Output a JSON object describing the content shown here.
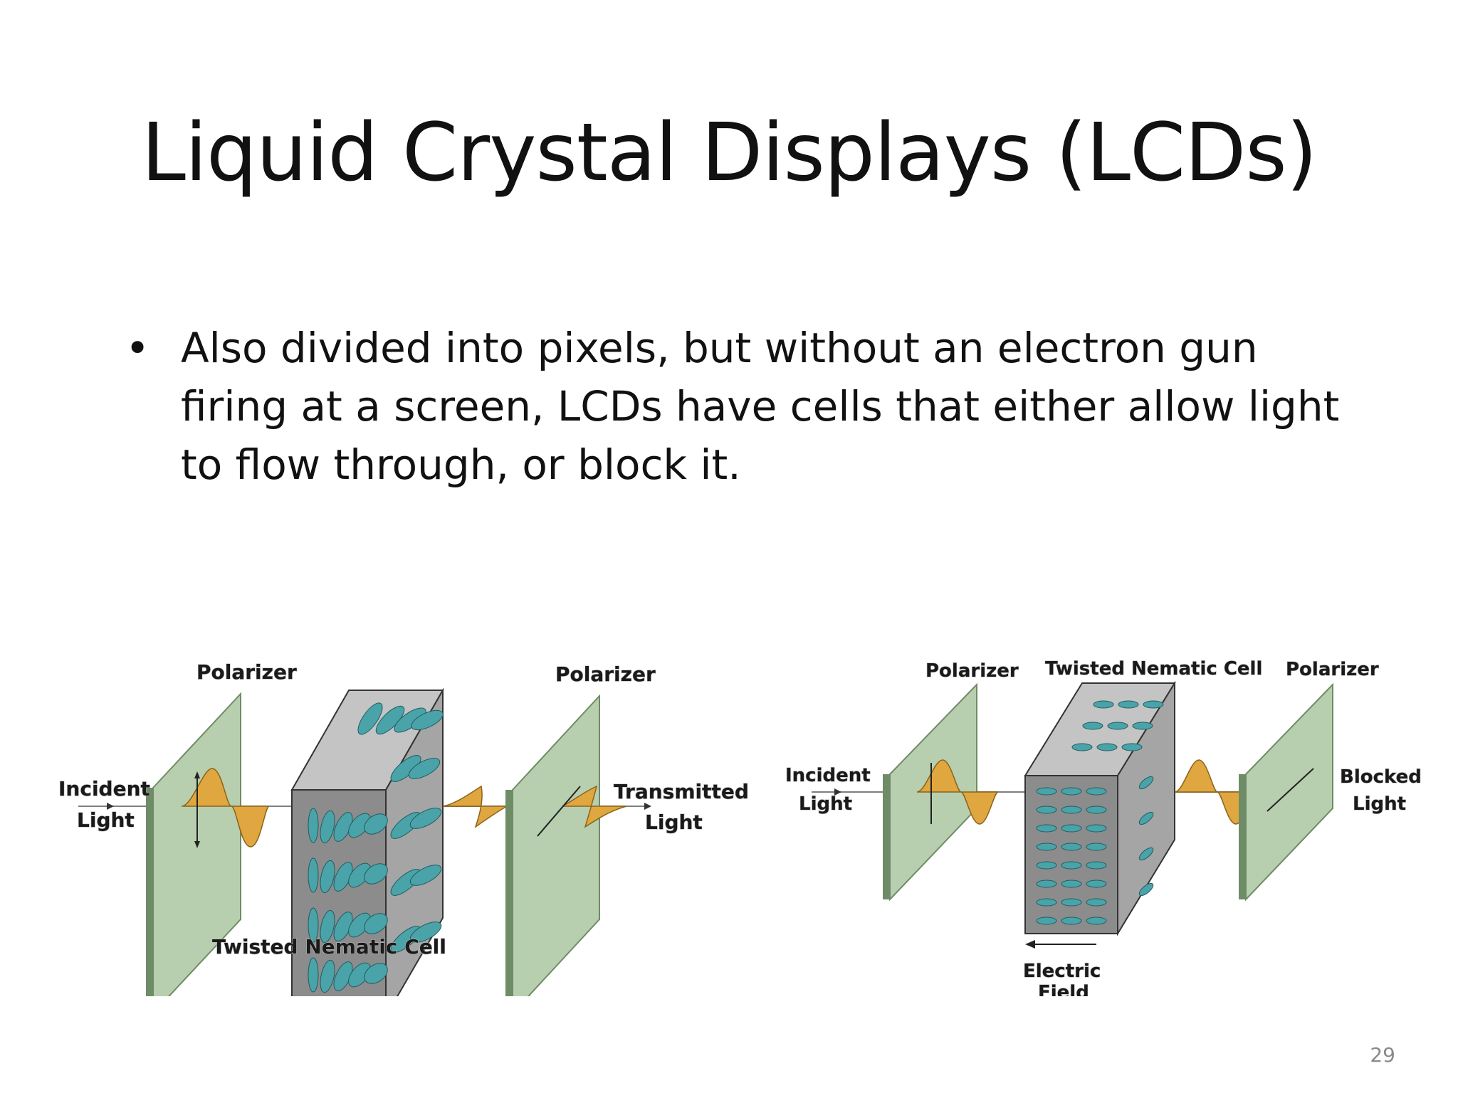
{
  "slide": {
    "title": "Liquid Crystal Displays (LCDs)",
    "bullet_symbol": "•",
    "bullet_text": "Also divided into pixels, but without an electron gun firing at a screen, LCDs have cells that either allow light to flow through, or block it.",
    "page_number": "29"
  },
  "diagram_left": {
    "polarizer_left": "Polarizer",
    "polarizer_right": "Polarizer",
    "incident": "Incident",
    "incident_light": "Light",
    "transmitted": "Transmitted",
    "transmitted_light": "Light",
    "cell_label": "Twisted Nematic Cell"
  },
  "diagram_right": {
    "polarizer_left": "Polarizer",
    "cell_label": "Twisted Nematic Cell",
    "polarizer_right": "Polarizer",
    "incident": "Incident",
    "incident_light": "Light",
    "blocked": "Blocked",
    "blocked_light": "Light",
    "field": "Electric",
    "field_2": "Field"
  },
  "colors": {
    "polarizer_fill": "#b7cfaf",
    "polarizer_edge": "#6e8c65",
    "cell_front": "#8c8c8c",
    "cell_side": "#a5a5a5",
    "crystal": "#4aa3a8",
    "wave": "#e0a640"
  }
}
